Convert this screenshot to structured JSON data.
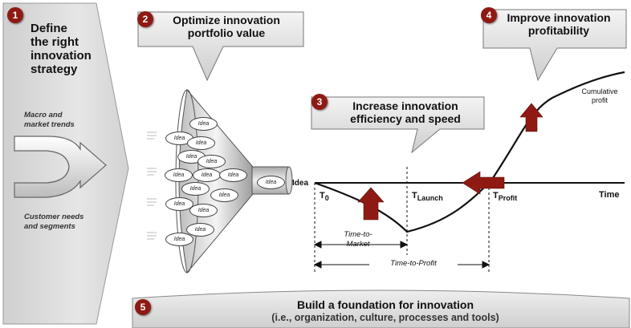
{
  "steps": {
    "s1": {
      "num": "1",
      "title_lines": [
        "Define",
        "the right",
        "innovation",
        "strategy"
      ]
    },
    "s2": {
      "num": "2",
      "title_lines": [
        "Optimize innovation",
        "portfolio value"
      ]
    },
    "s3": {
      "num": "3",
      "title_lines": [
        "Increase innovation",
        "efficiency and speed"
      ]
    },
    "s4": {
      "num": "4",
      "title_lines": [
        "Improve innovation",
        "profitability"
      ]
    },
    "s5": {
      "num": "5",
      "title": "Build a foundation for innovation",
      "subtitle": "(i.e., organization, culture, processes and tools)"
    }
  },
  "inputs": {
    "macro_lines": [
      "Macro and",
      "market trends"
    ],
    "customer_lines": [
      "Customer needs",
      "and segments"
    ]
  },
  "funnel": {
    "idea_label": "Idea"
  },
  "timeline": {
    "idea": "Idea",
    "t0_main": "T",
    "t0_sub": "0",
    "tlaunch_main": "T",
    "tlaunch_sub": "Launch",
    "tprofit_main": "T",
    "tprofit_sub": "Profit",
    "time": "Time",
    "cumulative_lines": [
      "Cumulative",
      "profit"
    ],
    "ttm_lines": [
      "Time-to-",
      "Market"
    ],
    "ttp": "Time-to-Profit"
  },
  "colors": {
    "accent": "#8f1a14",
    "panel": "#d6d6d6",
    "line": "#111111"
  }
}
